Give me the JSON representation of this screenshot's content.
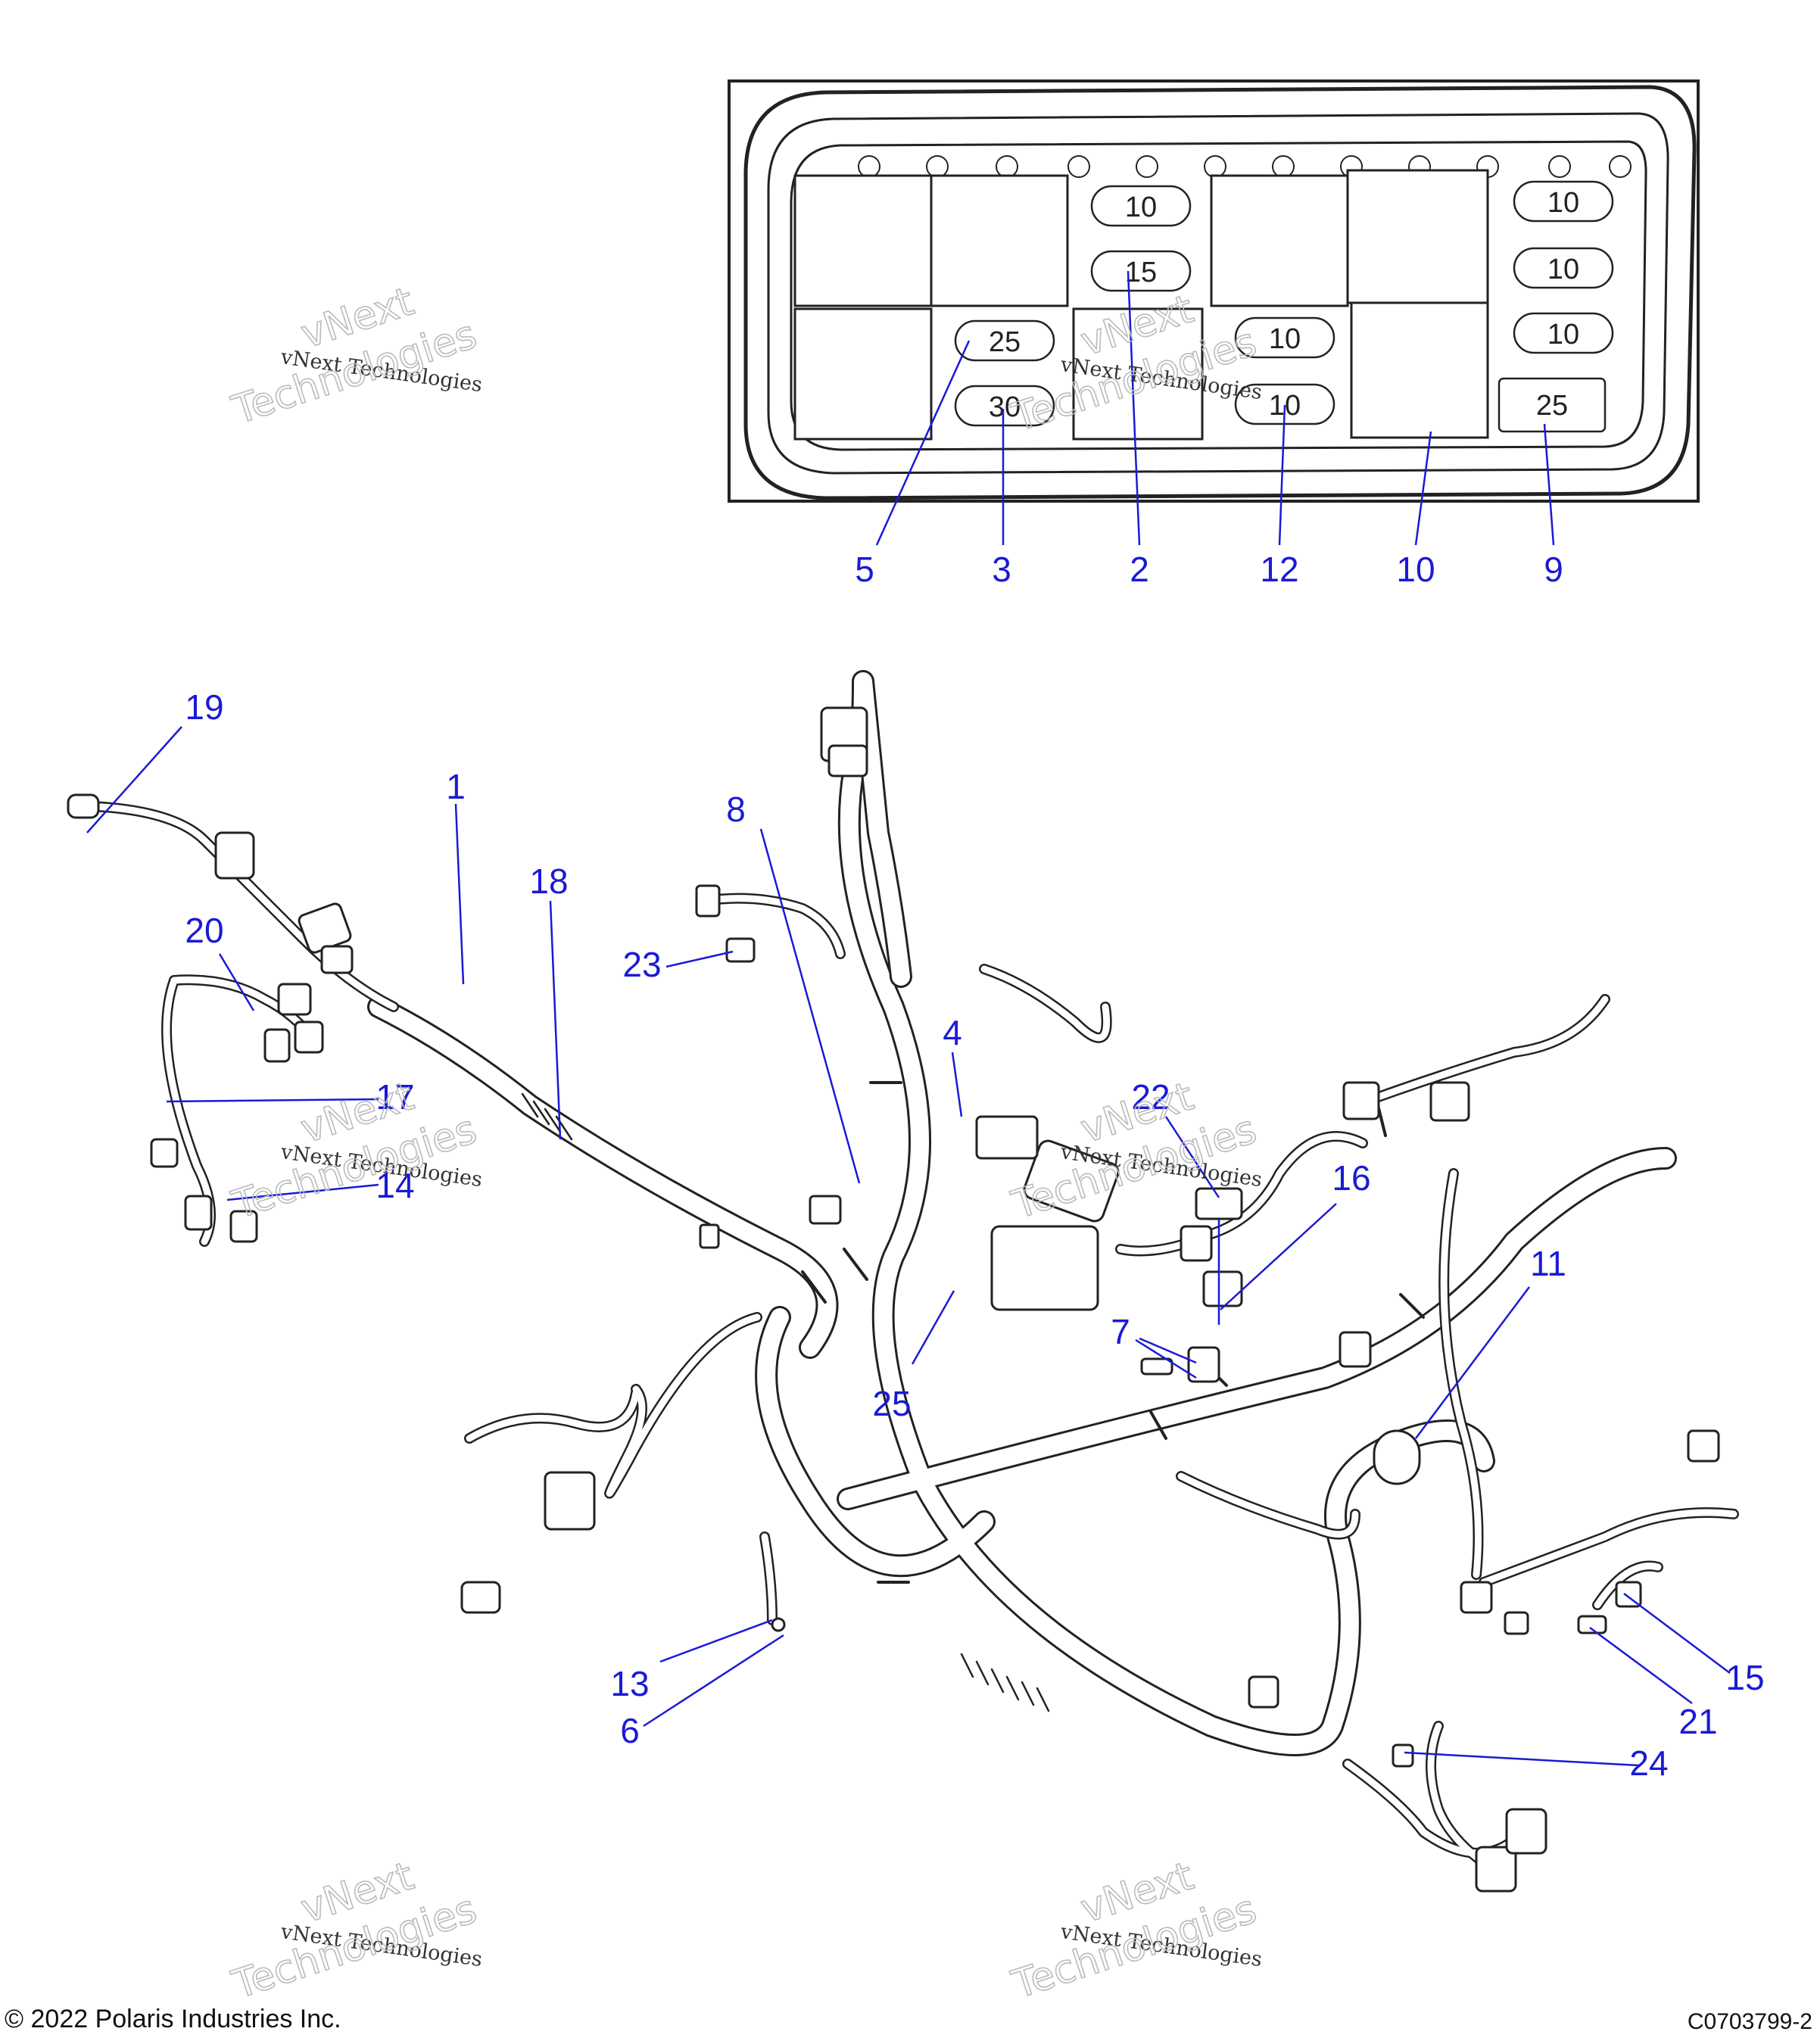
{
  "fuse_box": {
    "fuses": [
      {
        "rating": "10"
      },
      {
        "rating": "15"
      },
      {
        "rating": "25"
      },
      {
        "rating": "30"
      },
      {
        "rating": "10"
      },
      {
        "rating": "10"
      },
      {
        "rating": "10"
      },
      {
        "rating": "10"
      },
      {
        "rating": "10"
      },
      {
        "rating": "25"
      }
    ],
    "callouts": [
      "5",
      "3",
      "2",
      "12",
      "10",
      "9"
    ]
  },
  "harness": {
    "callouts": [
      "19",
      "1",
      "18",
      "20",
      "17",
      "14",
      "23",
      "8",
      "4",
      "22",
      "16",
      "25",
      "7",
      "11",
      "13",
      "6",
      "15",
      "21",
      "24"
    ]
  },
  "watermark": {
    "line1": "vNext",
    "line2": "vNext Technologies",
    "line3": "Technologies"
  },
  "footer": {
    "copyright": "© 2022 Polaris Industries Inc.",
    "drawing_code": "C0703799-2"
  },
  "colors": {
    "callout": "#1a1ad6",
    "line_art": "#222222"
  }
}
